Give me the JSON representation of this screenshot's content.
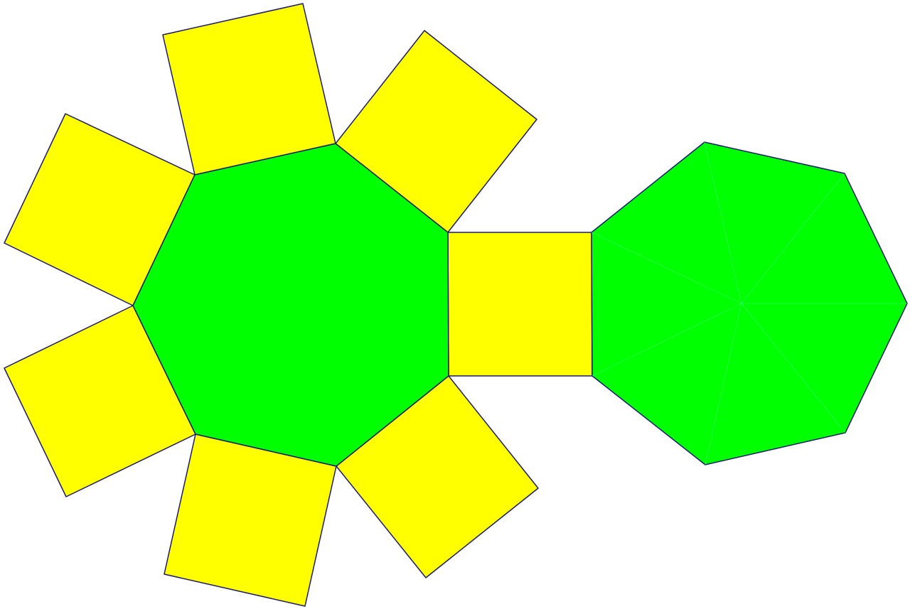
{
  "figure": {
    "description_type": "net-of-heptagonal-prism",
    "heptagon_count": 2,
    "square_count": 7,
    "colors": {
      "heptagon_fill": "#00ff00",
      "square_fill": "#ffff00",
      "edge_stroke": "#1a1a6e",
      "spoke_stroke": "#33ff66",
      "background": "#ffffff"
    }
  }
}
